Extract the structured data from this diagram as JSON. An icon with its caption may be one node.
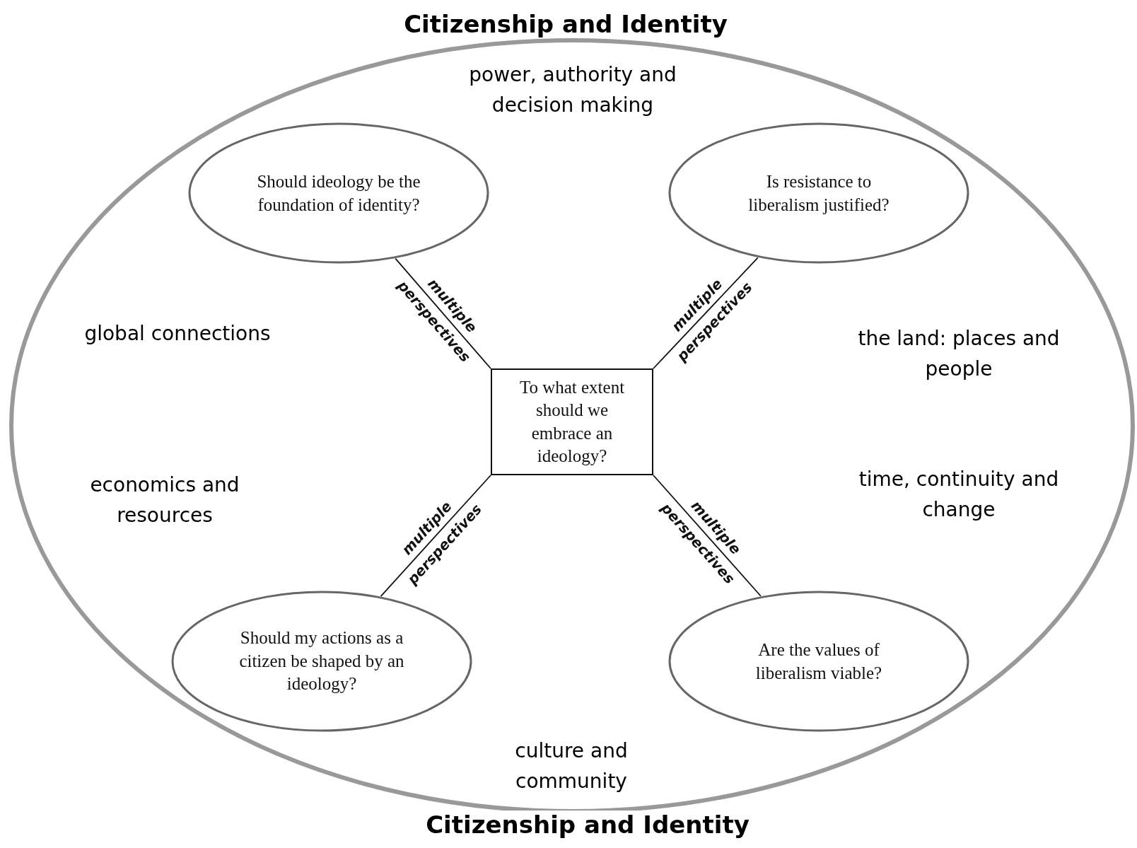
{
  "diagram": {
    "nodes": [
      {
        "text": [
          "Citizenship and Identity",
          "Citizenship and Identity"
        ]
      },
      {
        "text": [
          "Should ideology be the foundation of identity?"
        ],
        "in": 0
      },
      {
        "text": [
          "Is resistance to liberalism justified?"
        ],
        "in": 0
      },
      {
        "text": [
          "To what extent should we embrace an ideology?"
        ],
        "in": 0
      },
      {
        "text": [
          "Should my actions as a citizen be shaped by an ideology?"
        ],
        "in": 0
      },
      {
        "text": [
          "Are the values of liberalism viable?"
        ],
        "in": 0
      }
    ],
    "edges": [
      {
        "from": 3,
        "to": 1,
        "arrow": "none",
        "label": "multiple perspectives"
      },
      {
        "from": 3,
        "to": 2,
        "arrow": "none",
        "label": "multiple perspectives"
      },
      {
        "from": 3,
        "to": 4,
        "arrow": "none",
        "label": "multiple perspectives"
      },
      {
        "from": 3,
        "to": 5,
        "arrow": "none",
        "label": "multiple perspectives"
      }
    ],
    "labels": [
      "power, authority and decision making",
      "global connections",
      "the land: places and people",
      "economics and resources",
      "time, continuity and change",
      "culture and community"
    ]
  }
}
